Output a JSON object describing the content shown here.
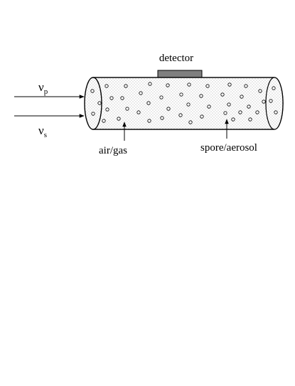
{
  "diagram": {
    "labels": {
      "detector": "detector",
      "air_gas": "air/gas",
      "spore_aerosol": "spore/aerosol",
      "pump_symbol": "ν",
      "pump_subscript": "p",
      "stokes_symbol": "ν",
      "stokes_subscript": "s"
    },
    "colors": {
      "line": "#000000",
      "fill": "#ffffff",
      "stipple": "#9a9a9a",
      "detector_fill": "#7f7f7f"
    }
  }
}
